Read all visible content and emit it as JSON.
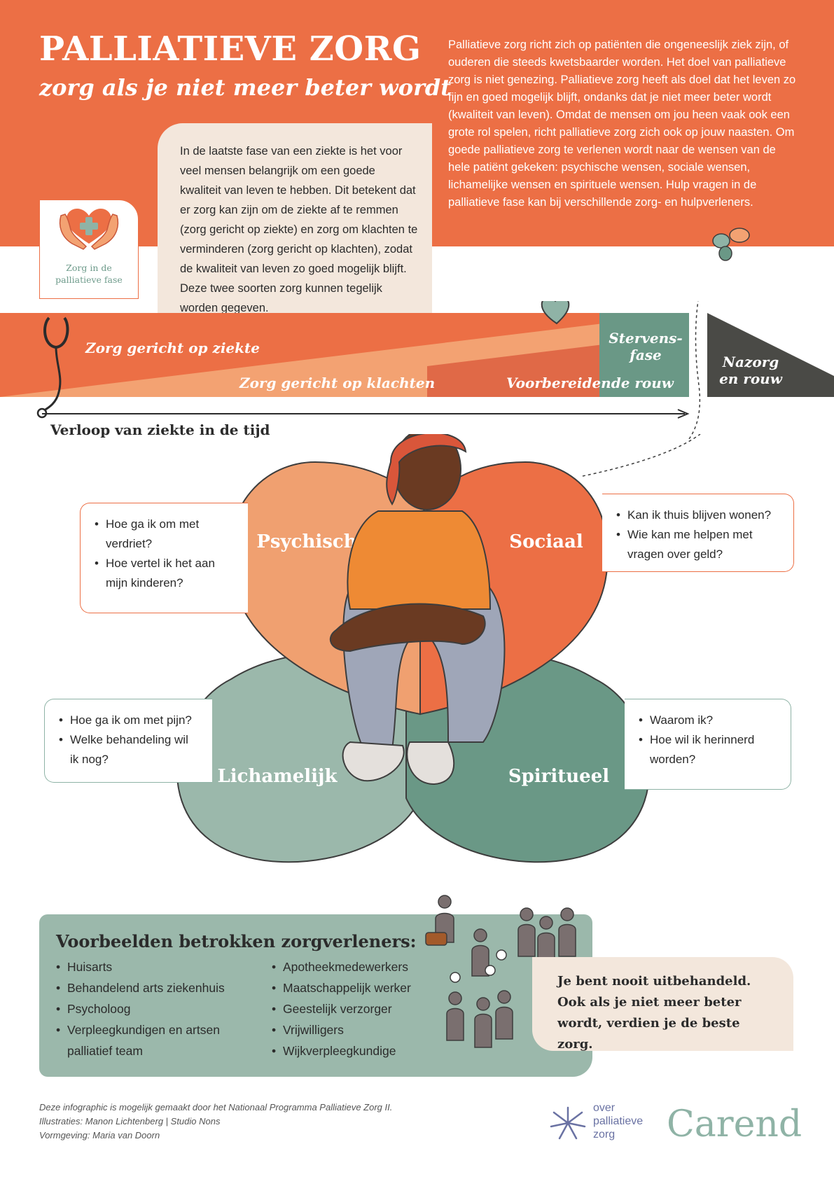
{
  "header": {
    "title": "PALLIATIEVE ZORG",
    "subtitle": "zorg als je niet meer beter wordt",
    "intro": "Palliatieve zorg richt zich op patiënten die ongeneeslijk ziek zijn, of ouderen die steeds kwetsbaarder worden. Het doel van palliatieve zorg is niet genezing. Palliatieve zorg heeft als doel dat het leven zo fijn en goed mogelijk blijft, ondanks dat je niet meer beter wordt (kwaliteit van leven). Omdat de mensen om jou heen vaak ook een grote rol spelen, richt palliatieve zorg zich ook op jouw naasten. Om goede palliatieve zorg te verlenen wordt naar de wensen van de hele patiënt gekeken: psychische wensen, sociale wensen, lichamelijke wensen en spirituele wensen. Hulp vragen in de palliatieve fase kan bij verschillende zorg- en hulpverleners."
  },
  "logo_card": {
    "label": "Zorg in de\npalliatieve fase",
    "icon": "hands-heart-icon"
  },
  "phase_card": {
    "text": "In de laatste fase van een ziekte is het voor veel mensen belangrijk om een goede kwaliteit van leven te hebben. Dit betekent dat er zorg kan zijn om de ziekte af te remmen (zorg gericht op ziekte) en zorg om klachten te verminderen (zorg gericht op klachten), zodat de kwaliteit van leven zo goed mogelijk blijft. Deze twee soorten zorg kunnen tegelijk worden gegeven."
  },
  "timeline": {
    "disease_care": "Zorg gericht op ziekte",
    "symptom_care": "Zorg gericht op klachten",
    "anticipatory_grief": "Voorbereidende rouw",
    "dying_phase_line1": "Stervens-",
    "dying_phase_line2": "fase",
    "aftercare_line1": "Nazorg",
    "aftercare_line2": "en rouw",
    "caption": "Verloop van ziekte in de tijd"
  },
  "dimensions": {
    "psychisch": {
      "label": "Psychisch",
      "questions": [
        "Hoe ga ik om met verdriet?",
        "Hoe vertel ik het aan mijn kinderen?"
      ]
    },
    "sociaal": {
      "label": "Sociaal",
      "questions": [
        "Kan ik thuis blijven wonen?",
        "Wie kan me helpen met vragen over geld?"
      ]
    },
    "lichamelijk": {
      "label": "Lichamelijk",
      "questions": [
        "Hoe ga ik om met pijn?",
        "Welke behandeling wil ik nog?"
      ]
    },
    "spiritueel": {
      "label": "Spiritueel",
      "questions": [
        "Waarom ik?",
        "Hoe wil ik herinnerd worden?"
      ]
    }
  },
  "providers": {
    "title": "Voorbeelden betrokken zorgverleners:",
    "col1": [
      "Huisarts",
      "Behandelend arts ziekenhuis",
      "Psycholoog",
      "Verpleegkundigen en artsen palliatief team"
    ],
    "col2": [
      "Apotheekmedewerkers",
      "Maatschappelijk werker",
      "Geestelijk verzorger",
      "Vrijwilligers",
      "Wijkverpleegkundige"
    ]
  },
  "quote": "Je bent nooit uitbehandeld. Ook als je niet meer beter wordt, verdien je de beste zorg.",
  "credits": [
    "Deze infographic is mogelijk gemaakt door het Nationaal Programma Palliatieve Zorg II.",
    "Illustraties: Manon Lichtenberg | Studio Nons",
    "Vormgeving: Maria van Doorn"
  ],
  "logos": {
    "opz_text": "over\npalliatieve\nzorg",
    "carend": "Carend"
  },
  "colors": {
    "orange": "#ec6f45",
    "peach": "#f3a272",
    "dark_orange": "#d9563a",
    "sage": "#9bb8ab",
    "teal": "#6a9886",
    "dark_grey": "#4a4a46",
    "cream": "#f3e7dc"
  }
}
